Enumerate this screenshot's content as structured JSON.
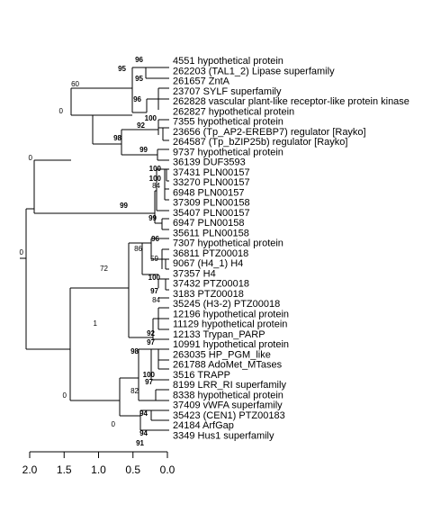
{
  "tree": {
    "leaves": [
      "4551 hypothetical protein",
      "262203 (TAL1_2) Lipase superfamily",
      "261657 ZntA",
      "23707 SYLF superfamily",
      "262828 vascular plant-like receptor-like protein kinase",
      "262827 hypothetical protein",
      "7355 hypothetical protein",
      "23656 (Tp_AP2-EREBP7) regulator [Rayko]",
      "264587 (Tp_bZIP25b) regulator [Rayko]",
      "9737 hypothetical protein",
      "36139 DUF3593",
      "37431 PLN00157",
      "33270 PLN00157",
      "6948 PLN00157",
      "37309 PLN00158",
      "35407 PLN00157",
      "6947 PLN00158",
      "35611 PLN00158",
      "7307 hypothetical protein",
      "36811 PTZ00018",
      "9067 (H4_1) H4",
      "37357 H4",
      "37432 PTZ00018",
      "3183 PTZ00018",
      "35245 (H3-2) PTZ00018",
      "12196 hypothetical protein",
      "11129 hypothetical protein",
      "12133 Trypan_PARP",
      "10991 hypothetical protein",
      "263035 HP_PGM_like",
      "261788 AdoMet_MTases",
      "3516 TRAPP",
      "8199 LRR_RI superfamily",
      "8338 hypothetical protein",
      "37409 vWFA superfamily",
      "35423 (CEN1) PTZ00183",
      "24184 ArfGap",
      "3349 Hus1 superfamily"
    ],
    "support_values": [
      {
        "text": "96",
        "bold": true
      },
      {
        "text": "95",
        "bold": true
      },
      {
        "text": "95",
        "bold": true
      },
      {
        "text": "60",
        "bold": false
      },
      {
        "text": "96",
        "bold": true
      },
      {
        "text": "0",
        "bold": false
      },
      {
        "text": "100",
        "bold": true
      },
      {
        "text": "92",
        "bold": true
      },
      {
        "text": "98",
        "bold": true
      },
      {
        "text": "99",
        "bold": true
      },
      {
        "text": "0",
        "bold": false
      },
      {
        "text": "100",
        "bold": true
      },
      {
        "text": "100",
        "bold": true
      },
      {
        "text": "84",
        "bold": false
      },
      {
        "text": "99",
        "bold": true
      },
      {
        "text": "99",
        "bold": true
      },
      {
        "text": "0",
        "bold": false
      },
      {
        "text": "96",
        "bold": true
      },
      {
        "text": "86",
        "bold": false
      },
      {
        "text": "59",
        "bold": false
      },
      {
        "text": "72",
        "bold": false
      },
      {
        "text": "100",
        "bold": true
      },
      {
        "text": "97",
        "bold": true
      },
      {
        "text": "84",
        "bold": false
      },
      {
        "text": "1",
        "bold": false
      },
      {
        "text": "92",
        "bold": true
      },
      {
        "text": "97",
        "bold": true
      },
      {
        "text": "98",
        "bold": true
      },
      {
        "text": "0",
        "bold": false
      },
      {
        "text": "100",
        "bold": true
      },
      {
        "text": "97",
        "bold": true
      },
      {
        "text": "82",
        "bold": false
      },
      {
        "text": "94",
        "bold": true
      },
      {
        "text": "0",
        "bold": false
      },
      {
        "text": "94",
        "bold": true
      },
      {
        "text": "91",
        "bold": true
      }
    ]
  },
  "scale_axis": {
    "ticks": [
      "2.0",
      "1.5",
      "1.0",
      "0.5",
      "0.0"
    ]
  }
}
